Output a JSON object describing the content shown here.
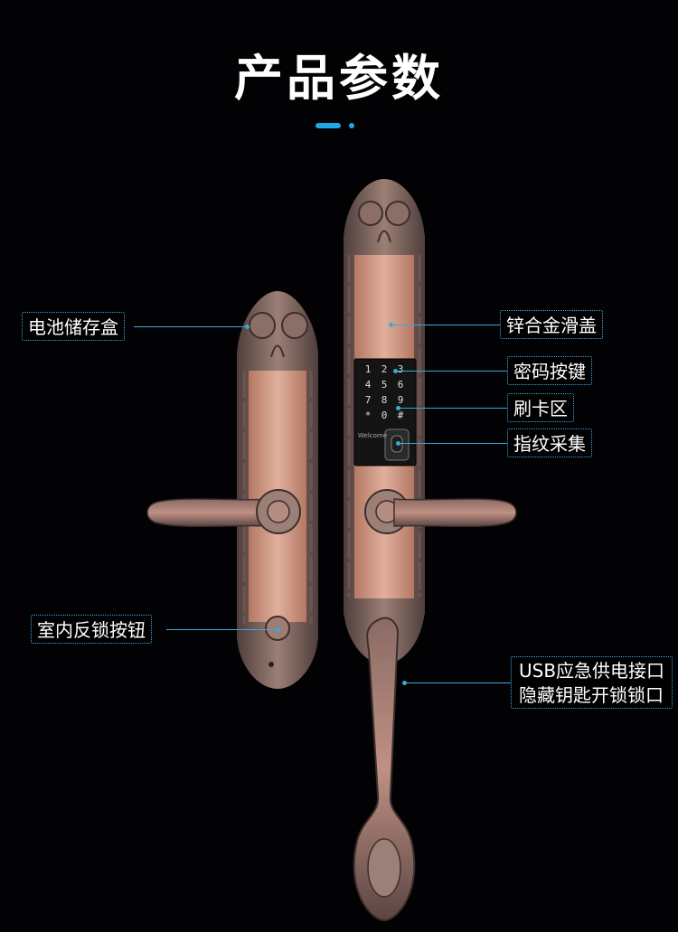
{
  "title": "产品参数",
  "colors": {
    "accent": "#1fa8e6",
    "background": "#020204",
    "copper": "#c8907a",
    "antique": "#6e5a55"
  },
  "callouts": {
    "battery_box": "电池储存盒",
    "zinc_cover": "锌合金滑盖",
    "password_keys": "密码按键",
    "card_area": "刷卡区",
    "fingerprint": "指纹采集",
    "anti_lock_button": "室内反锁按钮",
    "usb_line1": "USB应急供电接口",
    "usb_line2": "隐藏钥匙开锁锁口"
  },
  "keypad": {
    "keys": [
      "1",
      "2",
      "3",
      "4",
      "5",
      "6",
      "7",
      "8",
      "9",
      "*",
      "0",
      "#"
    ],
    "brand": "Welcome"
  }
}
